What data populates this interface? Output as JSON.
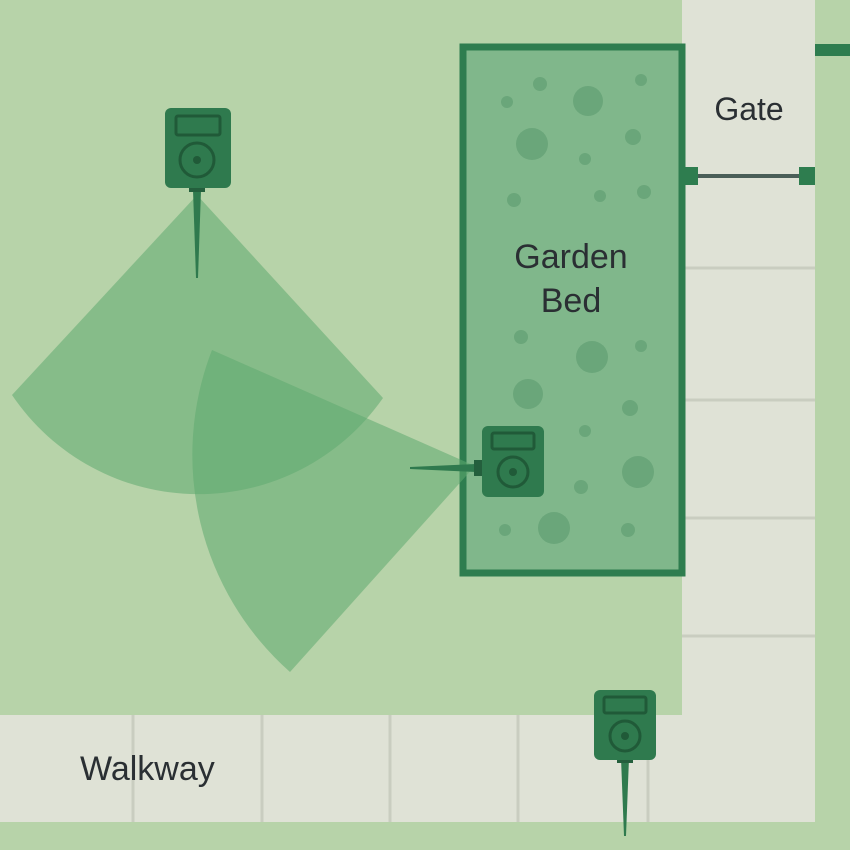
{
  "labels": {
    "gate": "Gate",
    "garden_bed_line1": "Garden",
    "garden_bed_line2": "Bed",
    "walkway": "Walkway"
  },
  "colors": {
    "lawn": "#b7d3a9",
    "path": "#dfe2d6",
    "bed_fill": "#80b78b",
    "border": "#2e7d4f",
    "device": "#2f7a4e",
    "cone": "#5fa96f"
  },
  "devices": [
    {
      "name": "sprinkler-sensor-top",
      "icon": "motion-sensor"
    },
    {
      "name": "sprinkler-sensor-bed",
      "icon": "motion-sensor"
    },
    {
      "name": "sprinkler-sensor-walkway",
      "icon": "motion-sensor"
    }
  ]
}
